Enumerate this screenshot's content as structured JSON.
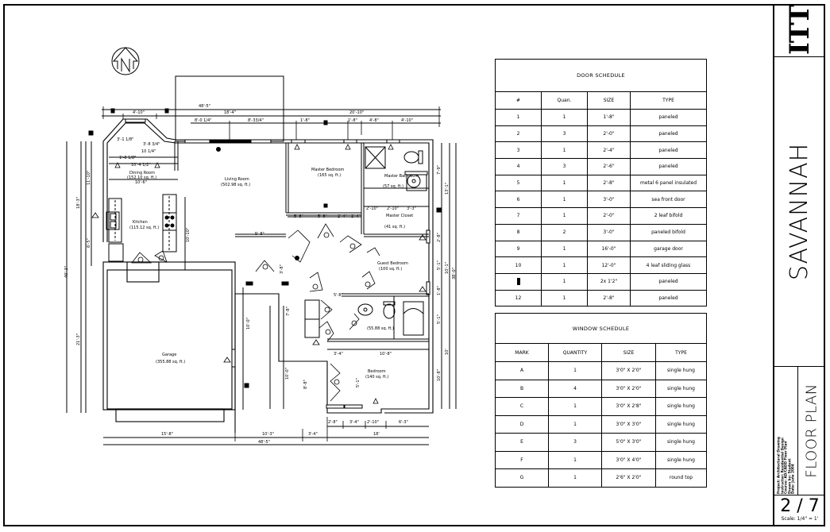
{
  "sheet": {
    "logo": "ITT",
    "project_name": "SAVANNAH",
    "sheet_name": "FLOOR PLAN",
    "page": "2 / 7",
    "scale": "Scale: 1/4\" = 1'",
    "info_lines": [
      "Project: Architectural Drawing",
      "Instructor: Residential Design",
      "Course: AD/CADD Floor Plan",
      "Drawn by: Student",
      "Date: June 2004"
    ]
  },
  "north_arrow": {
    "label": "N"
  },
  "rooms": {
    "dining": {
      "name": "Dining Room",
      "area": "(152.10 sq. ft.)",
      "dim": "10'-6\""
    },
    "living": {
      "name": "Living Room",
      "area": "(502.98 sq. ft.)"
    },
    "kitchen": {
      "name": "Kitchen",
      "area": "(115.12 sq. ft.)"
    },
    "master_bedroom": {
      "name": "Master Bedroom",
      "area": "(165 sq. ft.)"
    },
    "master_bath": {
      "name": "Master Bathroom",
      "area": "(57 sq. ft.)"
    },
    "master_closet": {
      "name": "Master Closet",
      "area": "(41 sq. ft.)"
    },
    "guest_bedroom": {
      "name": "Guest Bedroom",
      "area": "(100 sq. ft.)"
    },
    "bath": {
      "name": "",
      "area": "(55.88 sq. ft.)"
    },
    "bedroom": {
      "name": "Bedroom",
      "area": "(140 sq. ft.)"
    },
    "garage": {
      "name": "Garage",
      "area": "(355.88 sq. ft.)"
    }
  },
  "dimensions": {
    "overall_top": "48'-5\"",
    "top_a": "4'-10\"",
    "top_b": "18'-4\"",
    "top_c": "20'-10\"",
    "top_d1": "8'-0 1/4\"",
    "top_d2": "8'-33/4\"",
    "top_e1": "1'-8\"",
    "top_e2": "1'-8\"",
    "top_e3": "4'-8\"",
    "top_e4": "4'-10\"",
    "bay_1": "3'-1 1/8\"",
    "bay_2": "3'-8 3/4\"",
    "bay_3": "1'-8 1/8\"",
    "bay_4": "10 1/4\"",
    "bay_5": "10'-4 1/2\"",
    "kitchen_h": "10'-10\"",
    "hall_w": "5'-8\"",
    "hall_v": "3'-8\"",
    "mb_1": "5'-8\"",
    "mb_2": "5'-8\"",
    "mb_3": "2'-4\"",
    "mb_4": "2'-4\"",
    "mc_1": "2'-10\"",
    "mc_2": "2'-10\"",
    "mc_3": "3'-3\"",
    "left_overall": "40'-3\"",
    "left_a": "18'-3\"",
    "left_b": "11'-10\"",
    "left_c": "6'-5\"",
    "left_d": "21'-3\"",
    "garage_v": "10'-0\"",
    "closet_v": "7'-8\"",
    "hall_s": "5'-8\"",
    "bed_top_a": "3'-4\"",
    "bed_top_b": "10'-8\"",
    "bed_v": "10'-0\"",
    "bed_v2": "8'-8\"",
    "bed_v3": "5'-1\"",
    "right_overall": "38'-0\"",
    "right_a": "7'-9\"",
    "right_b": "13'-1\"",
    "right_c": "2'-8\"",
    "right_d": "5'-1\"",
    "right_e": "10'-1\"",
    "right_f": "1'-8\"",
    "right_g": "5'-1\"",
    "right_h": "10'",
    "right_i": "10'-8\"",
    "bot_a": "15'-8\"",
    "bot_b": "10'-3\"",
    "bot_c": "3'-4\"",
    "bot_d": "18'",
    "bot_e1": "2'-8\"",
    "bot_e2": "3'-4\"",
    "bot_e3": "2'-10\"",
    "bot_e4": "6'-3\"",
    "overall_bottom": "48'-5\""
  },
  "door_schedule": {
    "title": "DOOR SCHEDULE",
    "columns": [
      "#",
      "Quan.",
      "SIZE",
      "TYPE"
    ],
    "rows": [
      {
        "mark": "1",
        "qty": "1",
        "size": "1'-8\"",
        "type": "paneled"
      },
      {
        "mark": "2",
        "qty": "3",
        "size": "2'-0\"",
        "type": "paneled"
      },
      {
        "mark": "3",
        "qty": "1",
        "size": "2'-4\"",
        "type": "paneled"
      },
      {
        "mark": "4",
        "qty": "3",
        "size": "2'-6\"",
        "type": "paneled"
      },
      {
        "mark": "5",
        "qty": "1",
        "size": "2'-8\"",
        "type": "metal 6 panel insulated"
      },
      {
        "mark": "6",
        "qty": "1",
        "size": "3'-0\"",
        "type": "sea front door"
      },
      {
        "mark": "7",
        "qty": "1",
        "size": "2'-0\"",
        "type": "2 leaf bifold"
      },
      {
        "mark": "8",
        "qty": "2",
        "size": "3'-0\"",
        "type": "paneled bifold"
      },
      {
        "mark": "9",
        "qty": "1",
        "size": "16'-0\"",
        "type": "garage door"
      },
      {
        "mark": "10",
        "qty": "1",
        "size": "12'-0\"",
        "type": "4 leaf sliding glass"
      },
      {
        "mark": "11",
        "qty": "1",
        "size": "2x 1'2\"",
        "type": "paneled"
      },
      {
        "mark": "12",
        "qty": "1",
        "size": "2'-8\"",
        "type": "paneled"
      }
    ]
  },
  "window_schedule": {
    "title": "WINDOW SCHEDULE",
    "columns": [
      "MARK",
      "QUANTITY",
      "SIZE",
      "TYPE"
    ],
    "rows": [
      {
        "mark": "A",
        "qty": "1",
        "size": "3'0\" X 2'0\"",
        "type": "single hung"
      },
      {
        "mark": "B",
        "qty": "4",
        "size": "3'0\" X 2'0\"",
        "type": "single hung"
      },
      {
        "mark": "C",
        "qty": "1",
        "size": "3'0\" X 2'8\"",
        "type": "single hung"
      },
      {
        "mark": "D",
        "qty": "1",
        "size": "3'0\" X 3'0\"",
        "type": "single hung"
      },
      {
        "mark": "E",
        "qty": "3",
        "size": "5'0\" X 3'0\"",
        "type": "single hung"
      },
      {
        "mark": "F",
        "qty": "1",
        "size": "3'0\" X 4'0\"",
        "type": "single hung"
      },
      {
        "mark": "G",
        "qty": "1",
        "size": "2'6\" X 2'0\"",
        "type": "round top"
      }
    ]
  }
}
